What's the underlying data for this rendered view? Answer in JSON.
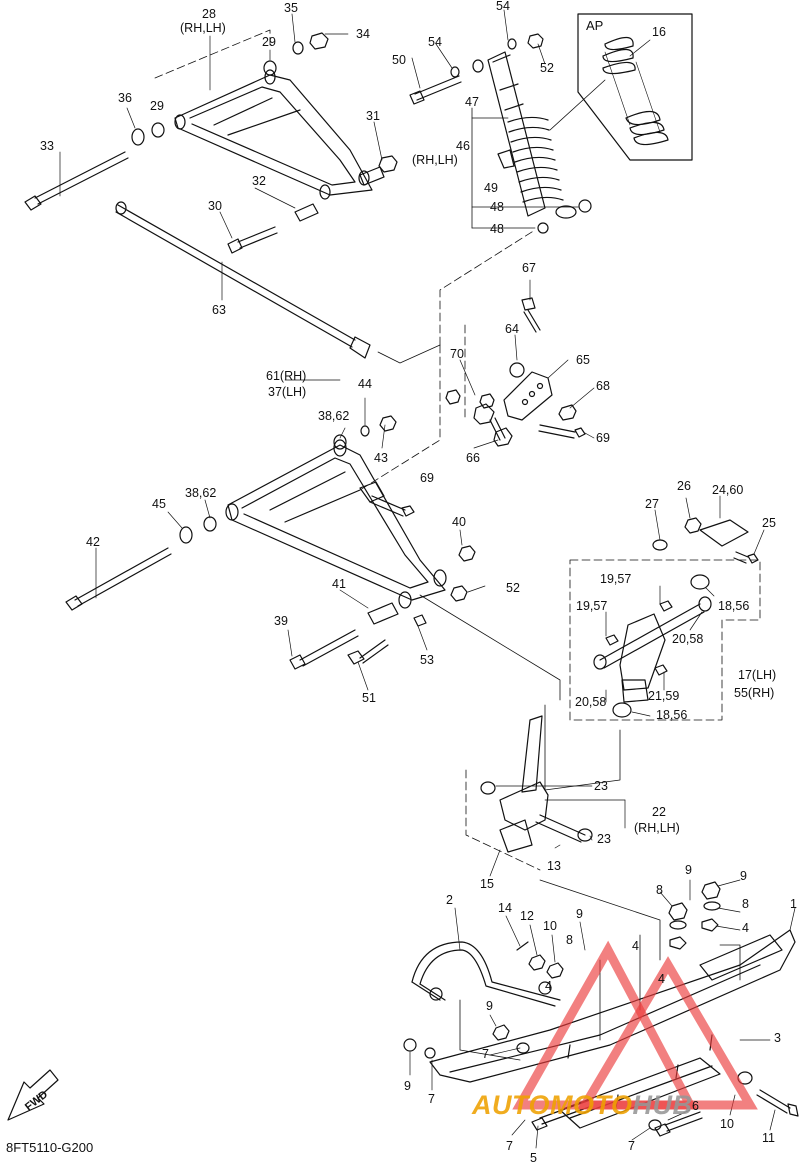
{
  "diagram": {
    "code": "8FT5110-G200",
    "fwd": "FWD",
    "ap_box": "AP",
    "watermark": {
      "part1": "AUTOMOTO",
      "part2": "HUB"
    },
    "labels": [
      {
        "id": "28a",
        "text": "28"
      },
      {
        "id": "28b",
        "text": "(RH,LH)"
      },
      {
        "id": "35",
        "text": "35"
      },
      {
        "id": "34",
        "text": "34"
      },
      {
        "id": "29a",
        "text": "29"
      },
      {
        "id": "29b",
        "text": "29"
      },
      {
        "id": "36",
        "text": "36"
      },
      {
        "id": "33",
        "text": "33"
      },
      {
        "id": "31",
        "text": "31"
      },
      {
        "id": "32",
        "text": "32"
      },
      {
        "id": "30",
        "text": "30"
      },
      {
        "id": "63",
        "text": "63"
      },
      {
        "id": "54a",
        "text": "54"
      },
      {
        "id": "54b",
        "text": "54"
      },
      {
        "id": "50",
        "text": "50"
      },
      {
        "id": "52a",
        "text": "52"
      },
      {
        "id": "47",
        "text": "47"
      },
      {
        "id": "46a",
        "text": "46"
      },
      {
        "id": "46b",
        "text": "(RH,LH)"
      },
      {
        "id": "49",
        "text": "49"
      },
      {
        "id": "48a",
        "text": "48"
      },
      {
        "id": "48b",
        "text": "48"
      },
      {
        "id": "16",
        "text": "16"
      },
      {
        "id": "67",
        "text": "67"
      },
      {
        "id": "64",
        "text": "64"
      },
      {
        "id": "65",
        "text": "65"
      },
      {
        "id": "70",
        "text": "70"
      },
      {
        "id": "68",
        "text": "68"
      },
      {
        "id": "69a",
        "text": "69"
      },
      {
        "id": "66",
        "text": "66"
      },
      {
        "id": "61",
        "text": "61(RH)"
      },
      {
        "id": "37",
        "text": "37(LH)"
      },
      {
        "id": "3862a",
        "text": "38,62"
      },
      {
        "id": "44",
        "text": "44"
      },
      {
        "id": "43",
        "text": "43"
      },
      {
        "id": "3862b",
        "text": "38,62"
      },
      {
        "id": "69b",
        "text": "69"
      },
      {
        "id": "45",
        "text": "45"
      },
      {
        "id": "42",
        "text": "42"
      },
      {
        "id": "40",
        "text": "40"
      },
      {
        "id": "52b",
        "text": "52"
      },
      {
        "id": "41",
        "text": "41"
      },
      {
        "id": "39",
        "text": "39"
      },
      {
        "id": "51",
        "text": "51"
      },
      {
        "id": "53",
        "text": "53"
      },
      {
        "id": "27",
        "text": "27"
      },
      {
        "id": "26",
        "text": "26"
      },
      {
        "id": "2460",
        "text": "24,60"
      },
      {
        "id": "25",
        "text": "25"
      },
      {
        "id": "1957a",
        "text": "19,57"
      },
      {
        "id": "1957b",
        "text": "19,57"
      },
      {
        "id": "1856a",
        "text": "18,56"
      },
      {
        "id": "2058a",
        "text": "20,58"
      },
      {
        "id": "17",
        "text": "17(LH)"
      },
      {
        "id": "55",
        "text": "55(RH)"
      },
      {
        "id": "2159",
        "text": "21,59"
      },
      {
        "id": "2058b",
        "text": "20,58"
      },
      {
        "id": "1856b",
        "text": "18,56"
      },
      {
        "id": "23a",
        "text": "23"
      },
      {
        "id": "22a",
        "text": "22"
      },
      {
        "id": "22b",
        "text": "(RH,LH)"
      },
      {
        "id": "23b",
        "text": "23"
      },
      {
        "id": "13",
        "text": "13"
      },
      {
        "id": "15",
        "text": "15"
      },
      {
        "id": "9a",
        "text": "9"
      },
      {
        "id": "9b",
        "text": "9"
      },
      {
        "id": "8a",
        "text": "8"
      },
      {
        "id": "8b",
        "text": "8"
      },
      {
        "id": "4a",
        "text": "4"
      },
      {
        "id": "1",
        "text": "1"
      },
      {
        "id": "2",
        "text": "2"
      },
      {
        "id": "14",
        "text": "14"
      },
      {
        "id": "12",
        "text": "12"
      },
      {
        "id": "10a",
        "text": "10"
      },
      {
        "id": "9c",
        "text": "9"
      },
      {
        "id": "8c",
        "text": "8"
      },
      {
        "id": "4b",
        "text": "4"
      },
      {
        "id": "4c",
        "text": "4"
      },
      {
        "id": "4d",
        "text": "4"
      },
      {
        "id": "9d",
        "text": "9"
      },
      {
        "id": "7a",
        "text": "7"
      },
      {
        "id": "3",
        "text": "3"
      },
      {
        "id": "9e",
        "text": "9"
      },
      {
        "id": "7b",
        "text": "7"
      },
      {
        "id": "6",
        "text": "6"
      },
      {
        "id": "10b",
        "text": "10"
      },
      {
        "id": "11",
        "text": "11"
      },
      {
        "id": "7c",
        "text": "7"
      },
      {
        "id": "5",
        "text": "5"
      },
      {
        "id": "7d",
        "text": "7"
      }
    ]
  }
}
